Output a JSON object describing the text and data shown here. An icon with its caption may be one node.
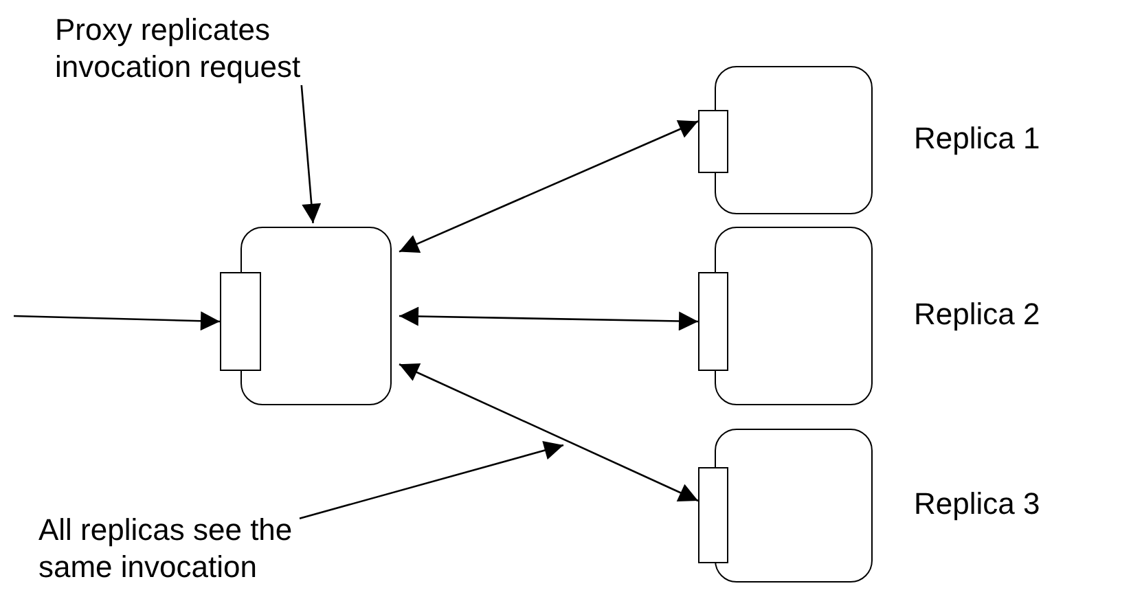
{
  "diagram": {
    "nodes": [
      {
        "text": [
          "Proxy replicates invocation request"
        ]
      },
      {
        "text": [],
        "shape": "box"
      },
      {
        "text": [],
        "shape": "box"
      },
      {
        "text": [],
        "shape": "box",
        "beside": [
          "Replica 1"
        ]
      },
      {
        "text": [],
        "shape": "box"
      },
      {
        "text": [],
        "shape": "box",
        "beside": [
          "Replica 2"
        ]
      },
      {
        "text": [],
        "shape": "box"
      },
      {
        "text": [],
        "shape": "box",
        "beside": [
          "Replica 3"
        ]
      },
      {
        "text": [],
        "shape": "box"
      },
      {
        "text": [
          "All replicas see the same invocation"
        ]
      }
    ],
    "edges": [
      {
        "from": null,
        "to": 2,
        "arrow": "to"
      },
      {
        "from": 0,
        "to": 1,
        "arrow": "to"
      },
      {
        "from": 1,
        "to": 4,
        "arrow": "both"
      },
      {
        "from": 1,
        "to": 6,
        "arrow": "both"
      },
      {
        "from": 1,
        "to": 8,
        "arrow": "both"
      },
      {
        "from": 9,
        "to": null,
        "arrow": "to"
      }
    ]
  }
}
